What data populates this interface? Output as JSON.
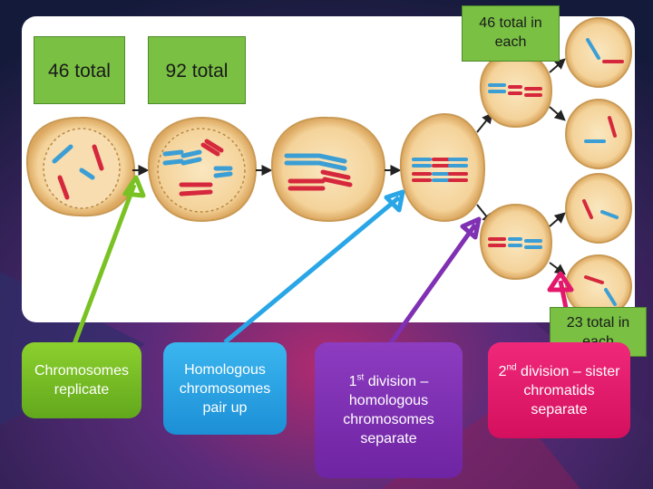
{
  "labels": {
    "total_46": "46 total",
    "total_92": "92 total",
    "each_46": "46 total in each",
    "each_23": "23 total in each"
  },
  "steps": [
    {
      "text": "Chromosomes replicate",
      "color": "#7ac224"
    },
    {
      "text": "Homologous chromosomes pair up",
      "color": "#29a6e6"
    },
    {
      "ordinal": "1",
      "sup": "st",
      "text": "division – homologous chromosomes separate",
      "color": "#7f30b3"
    },
    {
      "ordinal": "2",
      "sup": "nd",
      "text": "division – sister chromatids separate",
      "color": "#e4186b"
    }
  ],
  "colors": {
    "cell_fill": "#f6d9a2",
    "cell_edge": "#c99a55",
    "chromosome_blue": "#3b9ed4",
    "chromosome_red": "#d5283c",
    "panel": "#ffffff",
    "background": "#1e2148"
  }
}
